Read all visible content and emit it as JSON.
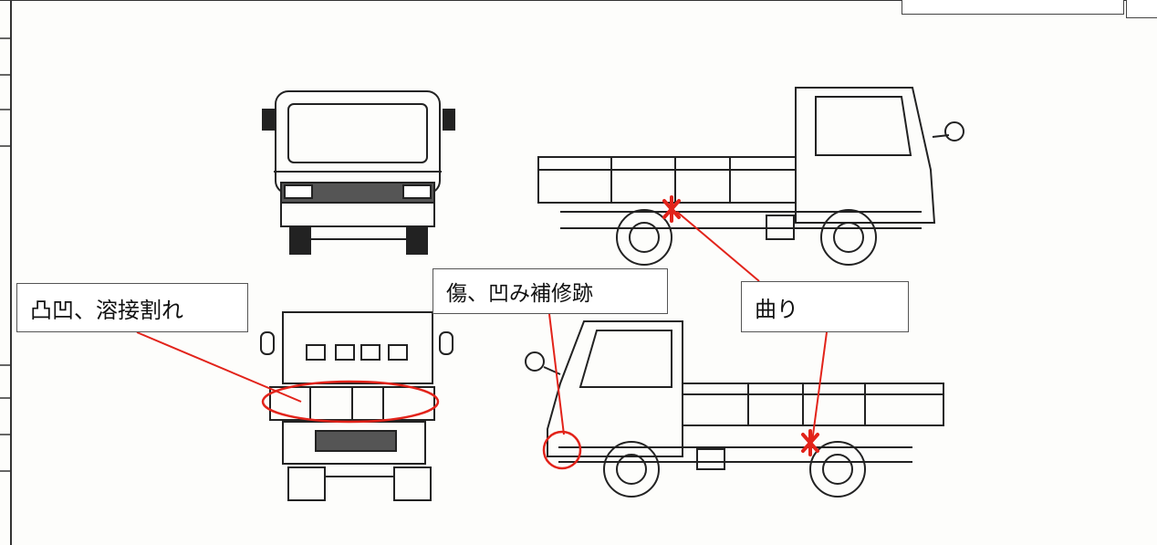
{
  "callouts": {
    "dent_weld_crack": "凸凹、溶接割れ",
    "scratch_dent_repair": "傷、凹み補修跡",
    "bend": "曲り"
  },
  "colors": {
    "damage_marker": "#e2231a",
    "line_art": "#222222",
    "frame": "#333333"
  },
  "views": [
    "front-view",
    "right-side-view",
    "rear-view",
    "left-side-view"
  ]
}
